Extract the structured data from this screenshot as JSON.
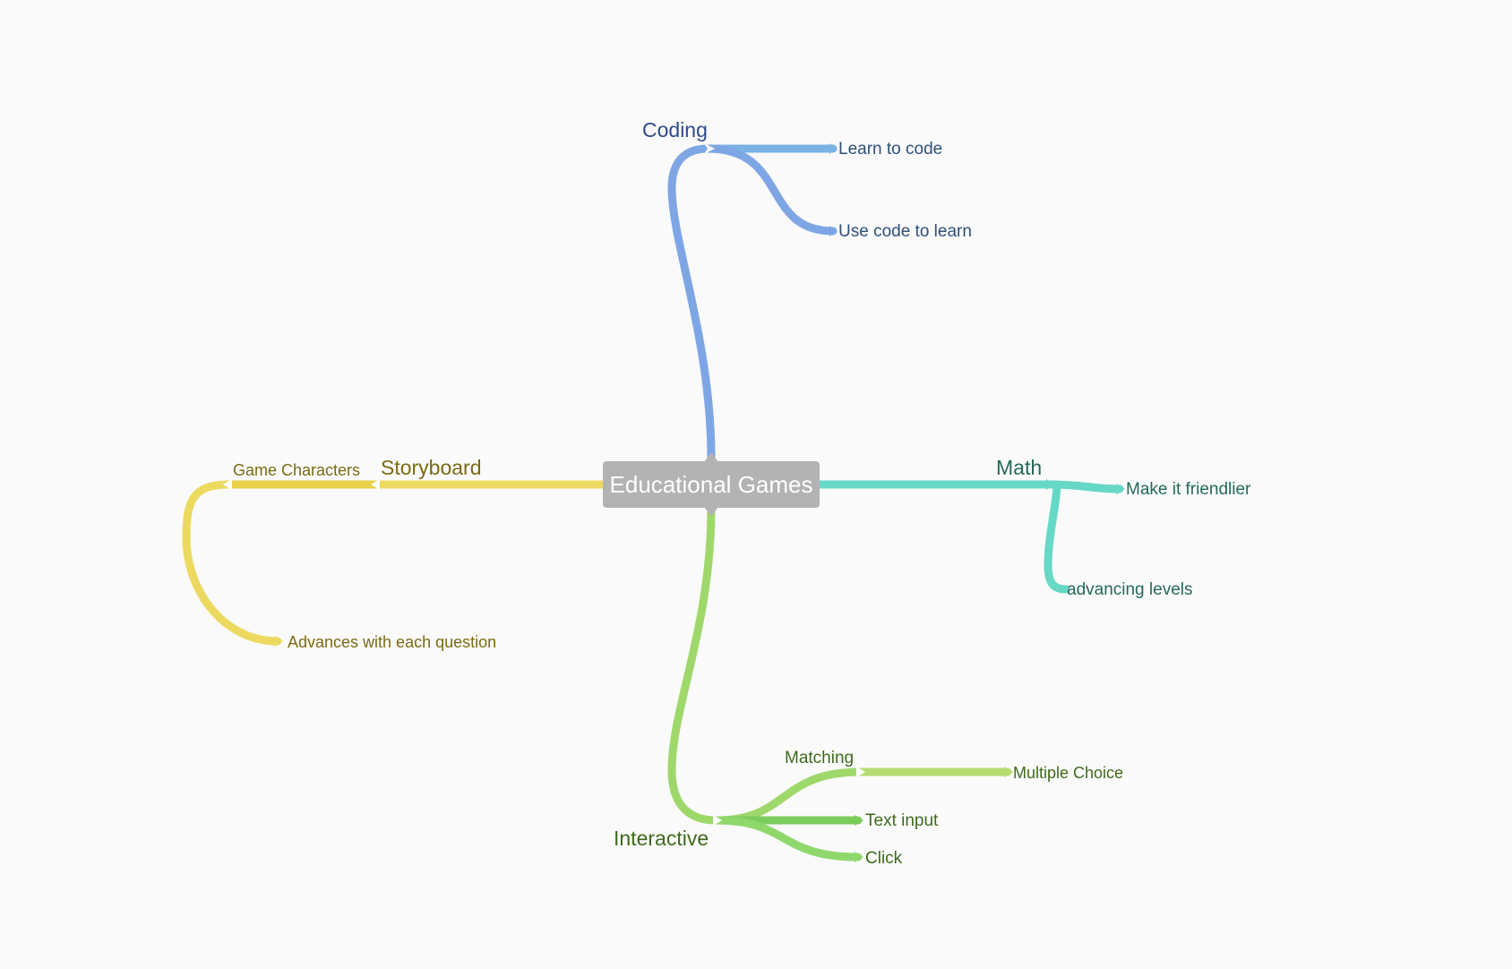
{
  "mindmap": {
    "root": {
      "label": "Educational Games"
    },
    "branches": {
      "coding": {
        "label": "Coding",
        "color": "#7fa6e4",
        "children": [
          "Learn to code",
          "Use code to learn"
        ]
      },
      "math": {
        "label": "Math",
        "color": "#66d8c6",
        "children": [
          "Make it friendlier",
          "advancing levels"
        ]
      },
      "storyboard": {
        "label": "Storyboard",
        "color": "#ecd95f",
        "children": [
          "Game Characters",
          "Advances with each question"
        ]
      },
      "interactive": {
        "label": "Interactive",
        "color": "#9fd86a",
        "children": [
          "Matching",
          "Multiple Choice",
          "Text input",
          "Click"
        ]
      }
    },
    "root_color": "#b3b3b3"
  }
}
